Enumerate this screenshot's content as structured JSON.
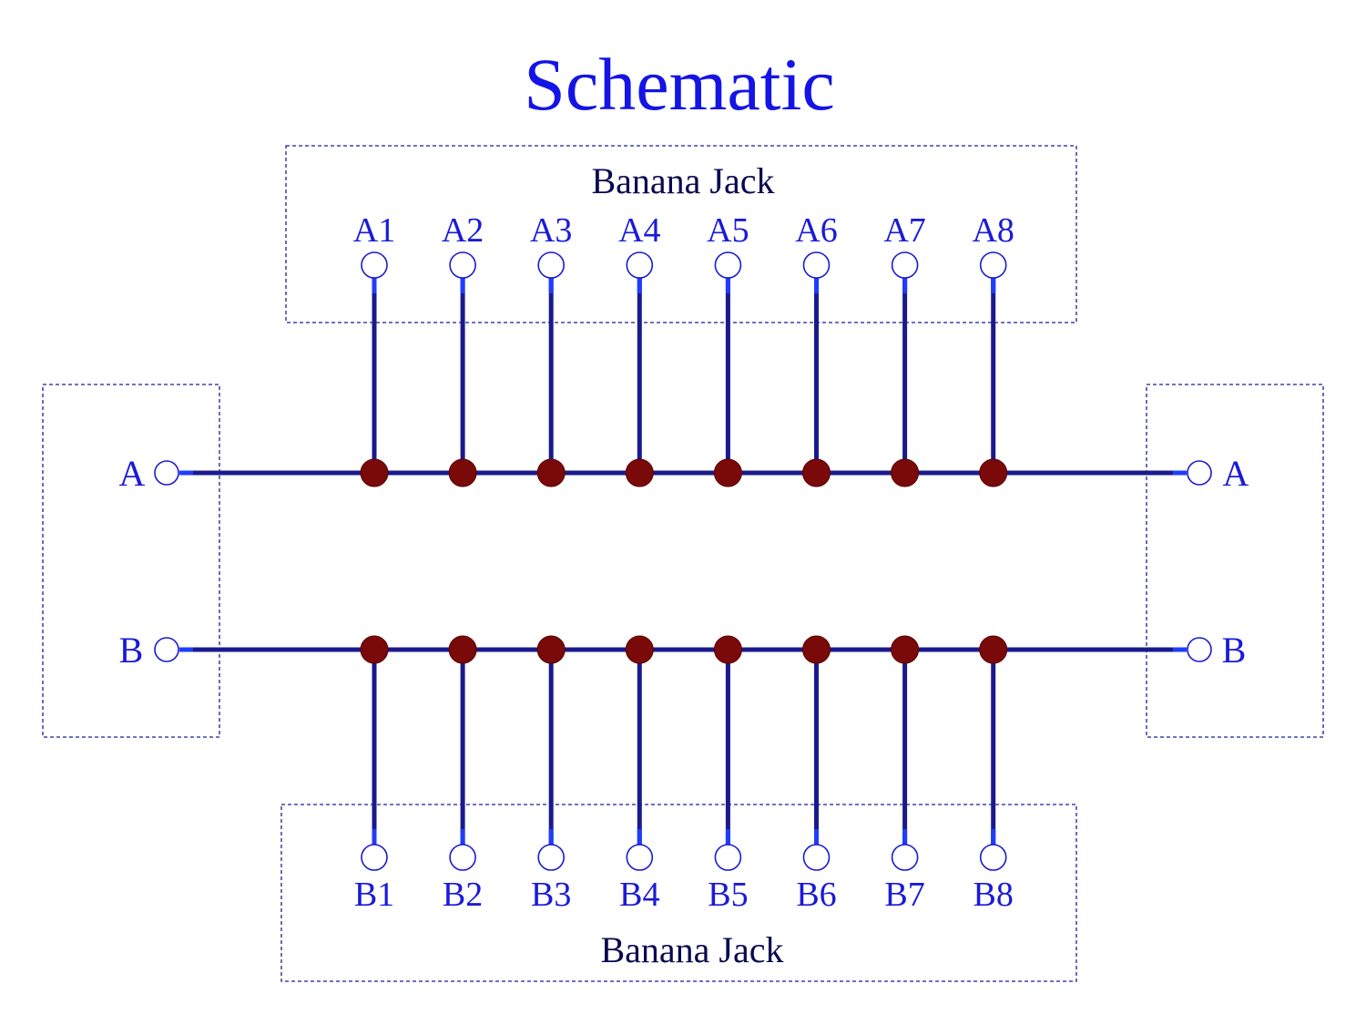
{
  "title": "Schematic",
  "top_connector": {
    "label": "Banana Jack",
    "pins": [
      "A1",
      "A2",
      "A3",
      "A4",
      "A5",
      "A6",
      "A7",
      "A8"
    ]
  },
  "bottom_connector": {
    "label": "Banana Jack",
    "pins": [
      "B1",
      "B2",
      "B3",
      "B4",
      "B5",
      "B6",
      "B7",
      "B8"
    ]
  },
  "left_terminals": {
    "a_label": "A",
    "b_label": "B"
  },
  "right_terminals": {
    "a_label": "A",
    "b_label": "B"
  },
  "colors": {
    "title": "#1414e6",
    "wire": "#1a1a8c",
    "junction": "#7a0a0a",
    "label": "#1a1ad8",
    "box_border": "#1c1c9a"
  }
}
